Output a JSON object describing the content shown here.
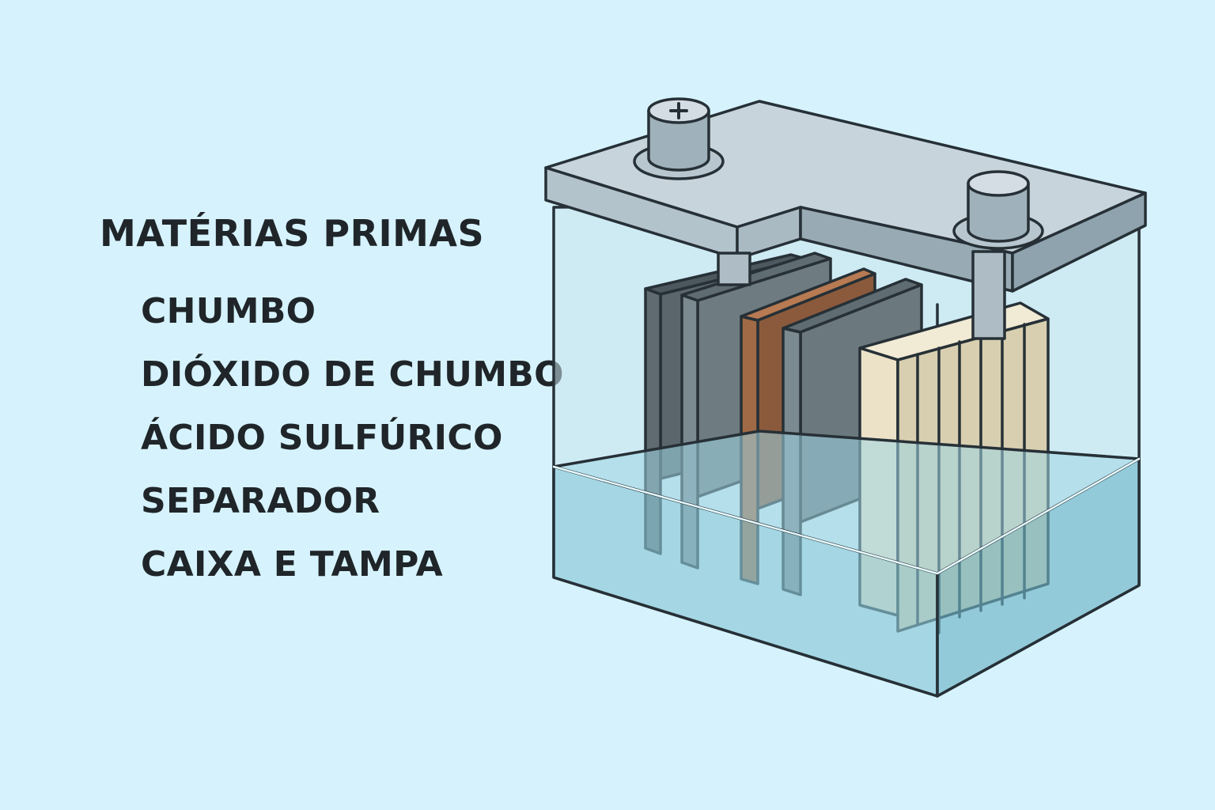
{
  "heading": "MATÉRIAS PRIMAS",
  "materials": [
    "CHUMBO",
    "DIÓXIDO DE CHUMBO",
    "ÁCIDO SULFÚRICO",
    "SEPARADOR",
    "CAIXA E TAMPA"
  ],
  "terminal_positive_symbol": "+",
  "colors": {
    "background": "#d6f3fd",
    "lid": "#c7d4dc",
    "lead_plate": "#6e7c82",
    "lead_dioxide_plate": "#8b5a3c",
    "separator": "#ddd5bb",
    "electrolyte": "#8cc9d8",
    "outline": "#263036"
  },
  "icons": {
    "positive_terminal": "plus-terminal-icon",
    "negative_terminal": "terminal-post-icon"
  }
}
